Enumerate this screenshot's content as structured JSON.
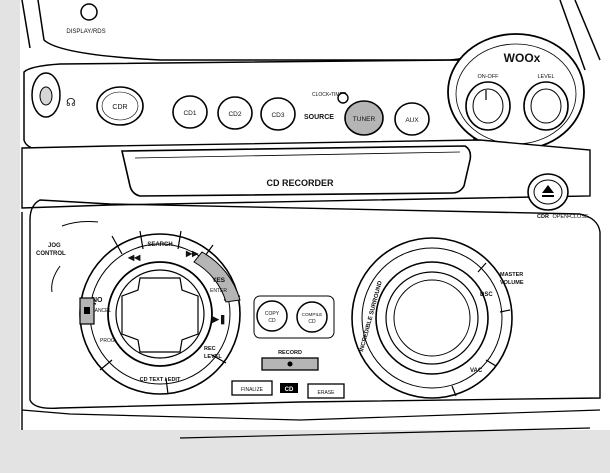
{
  "top_panel": {
    "display_rds": "DISPLAY/RDS",
    "cdr": "CDR",
    "cd1": "CD1",
    "cd2": "CD2",
    "cd3": "CD3",
    "clock_timer": "CLOCK•TIMER",
    "source": "SOURCE",
    "tuner": "TUNER",
    "aux": "AUX"
  },
  "woox": {
    "brand": "WOOx",
    "on_off": "ON-OFF",
    "level": "LEVEL"
  },
  "cd_recorder": {
    "slot_label": "CD RECORDER",
    "open_close_prefix": "CDR",
    "open_close": "OPEN•CLOSE"
  },
  "jog": {
    "jog_label": "JOG",
    "control_label": "CONTROL",
    "search": "SEARCH",
    "no_label": "NO",
    "cancel_label": "CANCEL",
    "yes_label": "YES",
    "enter_label": "ENTER",
    "prog": "PROG",
    "rec_label": "REC",
    "level_label": "LEVEL",
    "cd_text": "CD TEXT / EDIT"
  },
  "center": {
    "copy_line1": "COPY",
    "copy_line2": "CD",
    "compile_line1": "COMPILE",
    "compile_line2": "CD",
    "record": "RECORD",
    "finalize": "FINALIZE",
    "cd": "CD",
    "erase": "ERASE"
  },
  "volume": {
    "master_line1": "MASTER",
    "master_line2": "VOLUME",
    "dsc": "DSC",
    "vac": "VAC",
    "surround": "INCREDIBLE SURROUND"
  }
}
